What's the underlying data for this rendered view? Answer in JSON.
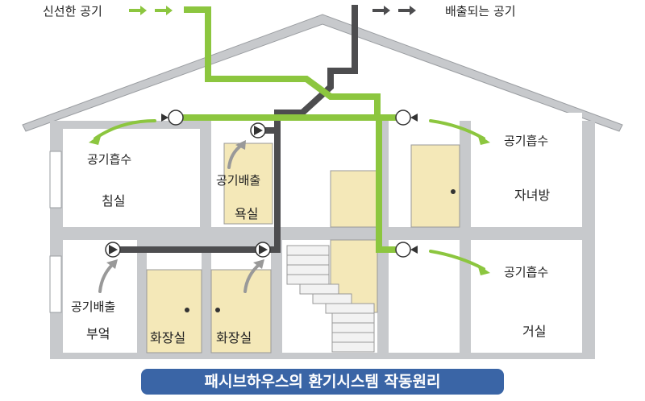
{
  "legend": {
    "fresh_air": "신선한 공기",
    "exhaust_air": "배출되는 공기"
  },
  "labels": {
    "air_supply_left": "공기흡수",
    "air_supply_right_top": "공기흡수",
    "air_supply_right_bottom": "공기흡수",
    "air_exhaust_bath": "공기배출",
    "air_exhaust_kitchen": "공기배출"
  },
  "rooms": {
    "bedroom": "침실",
    "bathroom": "욕실",
    "kids_room": "자녀방",
    "kitchen": "부엌",
    "toilet_1": "화장실",
    "toilet_2": "화장실",
    "living_room": "거실"
  },
  "caption": "패시브하우스의 환기시스템 작동원리",
  "colors": {
    "fresh": "#8cc63f",
    "exhaust": "#4d4d4f",
    "wall": "#c7c9cc",
    "door": "#f4e8b8",
    "caption_bg": "#3a65a6"
  }
}
